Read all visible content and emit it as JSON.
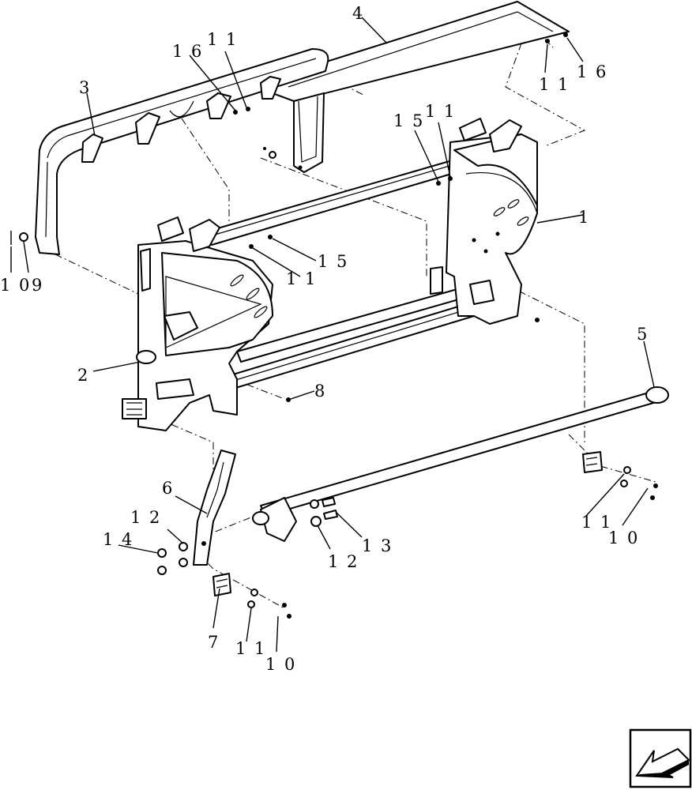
{
  "callouts": {
    "c1": "1",
    "c2": "2",
    "c3": "3",
    "c4": "4",
    "c5": "5",
    "c6": "6",
    "c7": "7",
    "c8": "8",
    "c9": "9",
    "c10a": "1 0",
    "c10b": "1 0",
    "c10c": "1 0",
    "c11a": "1 1",
    "c11b": "1 1",
    "c11c": "1 1",
    "c11d": "1 1",
    "c11e": "1 1",
    "c11f": "1 1",
    "c12a": "1 2",
    "c12b": "1 2",
    "c13": "1 3",
    "c14": "1 4",
    "c15a": "1 5",
    "c15b": "1 5",
    "c16a": "1 6",
    "c16b": "1 6"
  },
  "icons": {
    "nav": "next-page-arrow-icon"
  }
}
